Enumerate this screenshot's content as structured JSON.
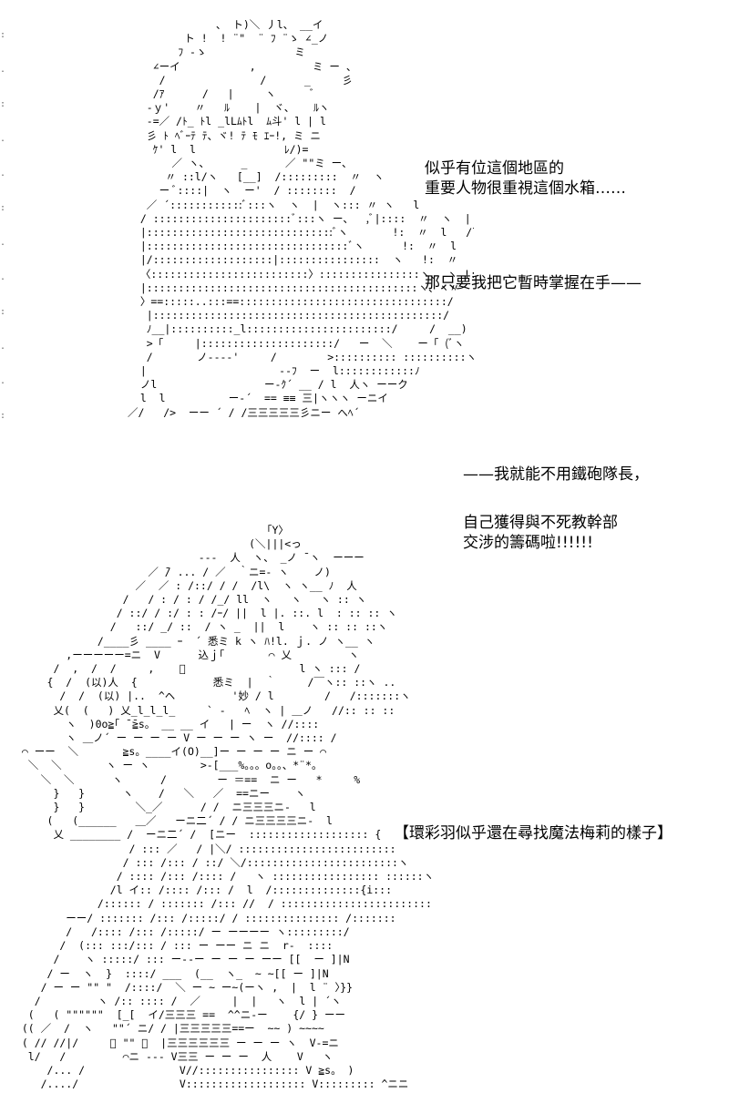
{
  "captions": {
    "top_line_1": "似乎有位這個地區的",
    "top_line_2": "重要人物很重視這個水箱……",
    "top_line_3": "那只要我把它暫時掌握在手——",
    "mid_line_1": "——我就能不用鐵砲隊長，",
    "mid_line_2": "自己獲得與不死教幹部",
    "mid_line_3": "交涉的籌碼啦!!!!!!",
    "bottom_note": "【環彩羽似乎還在尋找魔法梅莉的樣子】"
  },
  "art": {
    "top": "              、 ト)＼ 丿l、 __イ\n         ト !  ! ¨\"  ¨ ﾌ ¨ゝ ∠_ノ\n        ﾌ ‐ゝ              ミ\n    ∠ーイ           ,         ミ ー 、\n     /               /      _     彡\n    /ｱ      /   |     ヽ      ﾞ\n   -ｙ'    〃   ﾙ    |  ヾ、   ﾙヽ\n   -=／ /ﾄ_ ﾄl _lLﾑﾄl  ﾑ斗' l | l\n   彡 ﾄ ﾍﾞｰﾃ ﾃ、ヾ! ﾃ ﾓ ｴｰ!, ミ ニ\n    ｹ' l  l              ﾚ/)=\n       ／ ヽ、     _      ／ \"\"ミ ー、\n      〃 ::l/ヽ   [__]  /:::::::::  〃  ヽ\n     ー ﾞ::::|  ヽ  ー'  / ::::::::  /  \n   ／ ´::::::::::::ﾞ:::ヽ  ヽ  |  ヽ::: 〃 ヽ   l\n  / ::::::::::::::::::::::ﾞ:::ヽ ー、  ,ﾞ|::::  〃  ヽ  |\n  |::::::::::::::::::::::::::::::ﾞヽ       !:  〃  l   /l\n  |::::::::::::::::::::::::::::::::ﾞヽ      !:  〃  l   l l\n  |/:::::::::::::::::::|::::::::::::::::  ヽ   !:  〃   !   l /\n  〈:::::::::::::::::::::::::〉::::::::::::::::ヽ、 ヽ !:〃     !  /\n  |:::::::::::::::::::::::::::::::::::::::::::ヽ、ヽ〃      ,  /\n  〉==:::::..:::==:::::::::::::::::::::::::::::::::/      l\n   |::::::::::::::::::::::::::::::::::::::::::::::/      l\n   ﾉ__|::::::::::_l:::::::::::::::::::::::/     /  __)  、\n   >「     |:::::::::::::::::::::/   ー  ＼    ー「 (ﾞヽ\n   /       ノ----'     /        >:::::::::: ::::::::::ヽ)\n  |                     --ﾌ  ー  l::::::::::::ﾉ\n  ノl                 ー-ｸ´ __ / l  人ヽ ーーク\n  l  l          ー‐´  == ≡≡ 三|ヽヽヽ ーニイ\n／/   />  ーー ´ / /三三三三三彡ニー へﾍ´",
    "bottom": "                                        「Y〉\n                                      (＼|||<っ\n                              ---  人  ヽ、 _ノ ̄ ヽ  ーーー\n                      ／ ̄/ ... / ／  ｀ニ=‐ ヽ    ノ) \n                    ／  ／ : /::/ / /  /l\\  ヽ ヽ__ ﾉ  人\n                  /   / : / : / /_/ ll  ヽ   ヽ   ヽ :: ヽ\n                 / ::/ / :/ : : /ｰ/ ||  l |. ::. l  : :: :: ヽ\n                /   ::/ _/ ::  / ヽ _  ||  l    ヽ :: :: ::ヽ\n              /____彡 ____ ｰ  ´ 悉ミ k ヽ ﾊ!l. ｊ. ノ ヽ__ ヽ\n         ,ーーーーー=ニ  V      込ｊ｢       ⌒ 乂         ヽ\n       /  ,  /  /     ,    ﾞ                  l ヽ ::: / \n      {  /  (以)人  {            悉ミ  |  ｀     /￣ヽ:: ::ヽ ..\n        /  /  (以) |..  ^ヘ         '妙 / l        /   /:::::::ヽ\n       乂(  (   ) 乂_l_l_l_     ` -   ﾍ  ヽ | ＿ノ   //:: :: :: \n         ヽ  )0o≧｢ ̄ ̄≧s。 __ __ イ   | ー  ヽ //::::\n         ヽ ＿ノ´ ー ー ー ー V ー ー ー ヽ ー  //:::: /\n  ⌒ ーー  ＼       ≧s。____イ(O)__]ー ー ー ー ニ ー ⌒\n   ＼  ＼       ヽ ー ヽ        >‐[___%。。。o。。、*¨*。\n     ＼  ＼      ヽ      /        ー ＝==  ニ ー   *     %\n       }   }      ヽ    /   ＼   ／  ==ニー    ヽ \n       }   }        ＼_／      / /  ニ三三三ニ-   l\n      (   (______   ＿／   ーニ二´ / / ニ三三三三ニ-  l\n       乂 ________ /  ーニ二´ /  [ニー  ::::::::::::::::::: {\n                   / ::: ／   / |＼/ ::::::::::::::::::::::::: \n                  / ::: /::: / ::/ ＼/::::::::::::::::::::::::ヽ\n                 / :::: /::: /:::: /   ヽ ::::::::::::::::: ::::::ヽ\n                /l イ:: /:::: /::: /  l  /::::::::::::::{i:::\n              /:::::: / ::::::: /::: //  / ::::::::::::::::::::::::\n         ーー/ ::::::: /::: /:::::/ / ::::::::::::::: /:::::::\n         /   /:::: /::: /:::::/ ー ーーーー ヽ:::::::::/\n        /  (::: :::/::: / ::: ー ーー ニ ニ  r-  ::::\n       /    ヽ :::::/ ::: ー--ー ー ー ー ーー [[  ー ]|N\n      / ー  ヽ  }  ::::/ ___  (__  ヽ_  ~ ~[[ ー ]|N\n     / ー ー \"\" \"  /::::/  ＼ ー ~ ー~(ーヽ ,  |  l ¨ 〉}}\n    /         ヽ /:: :::: /  ／     |  |   ヽ  l | ´ヽ\n   (   ( \"\"\"\"\"\"  [_[  イ/三三三 ==  ^^ニ-ー    {/ } ーー\n  (( ／  /  ヽ   \"\"´ ニ/ / |三三三三三==ー  ~~ ) ~~~~\n  ( // //|/     ﾞ \"\" ／  |三三三三三三 ー ー ー ヽ  V‐=ニ\n   l/   /         ⌒ニ --- V三三 ー ー ー  人    V   ヽ\n      /... /               V//:::::::::::::::: V ≧s。 )\n     /..../                V::::::::::::::::::: V::::::::: ^ニニ\n     [.... |                ヽ ::: :::: ー --- {/::::::: l\n     |.... |                 ヽ::: ／三三三三{Y:::::::: l\n     ゝ___)                  ー 「三三三三三ゝ___ﾉ"
  }
}
